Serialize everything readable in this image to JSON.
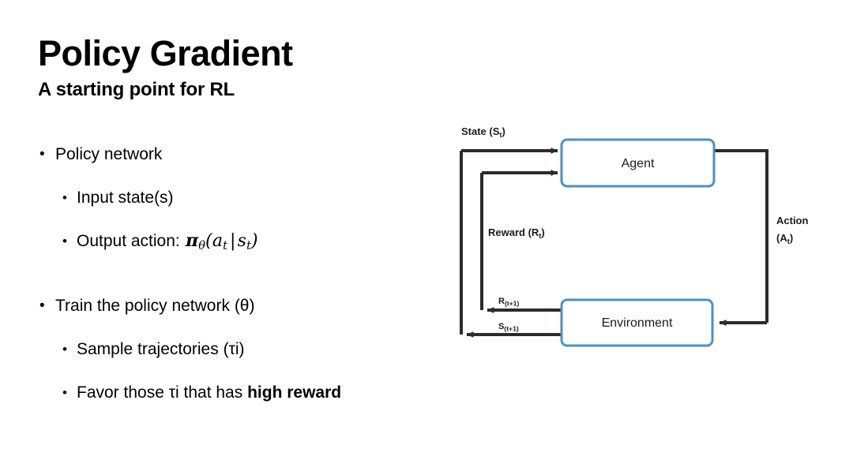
{
  "slide": {
    "title": "Policy Gradient",
    "subtitle": "A starting point for RL"
  },
  "bullets": {
    "policy_network": "Policy network",
    "input_state": "Input state(s)",
    "output_action_prefix": "Output action:",
    "train_policy_network": "Train the policy network (θ)",
    "sample_trajectories": "Sample trajectories (τi)",
    "favor_prefix": "Favor those τi that has",
    "favor_bold": "high reward"
  },
  "formula": {
    "pi": "π",
    "theta": "θ",
    "open_paren": "(",
    "action": "a",
    "action_sub": "t",
    "bar": "|",
    "state": "s",
    "state_sub": "t",
    "close_paren": ")"
  },
  "diagram": {
    "agent_label": "Agent",
    "environment_label": "Environment",
    "state_label": "State (S",
    "state_label_sub": "t",
    "state_label_end": ")",
    "reward_label": "Reward (R",
    "reward_label_sub": "t",
    "reward_label_end": ")",
    "action_label": "Action",
    "action_label_line2": "(A",
    "action_label_line2_sub": "t",
    "action_label_line2_end": ")",
    "reward_next_label": "R",
    "reward_next_sub": "(t+1)",
    "state_next_label": "S",
    "state_next_sub": "(t+1)",
    "colors": {
      "box_border": "#4a90c6",
      "arrow": "#2b2b2b",
      "background": "#ffffff",
      "text": "#1a1a1a"
    }
  }
}
